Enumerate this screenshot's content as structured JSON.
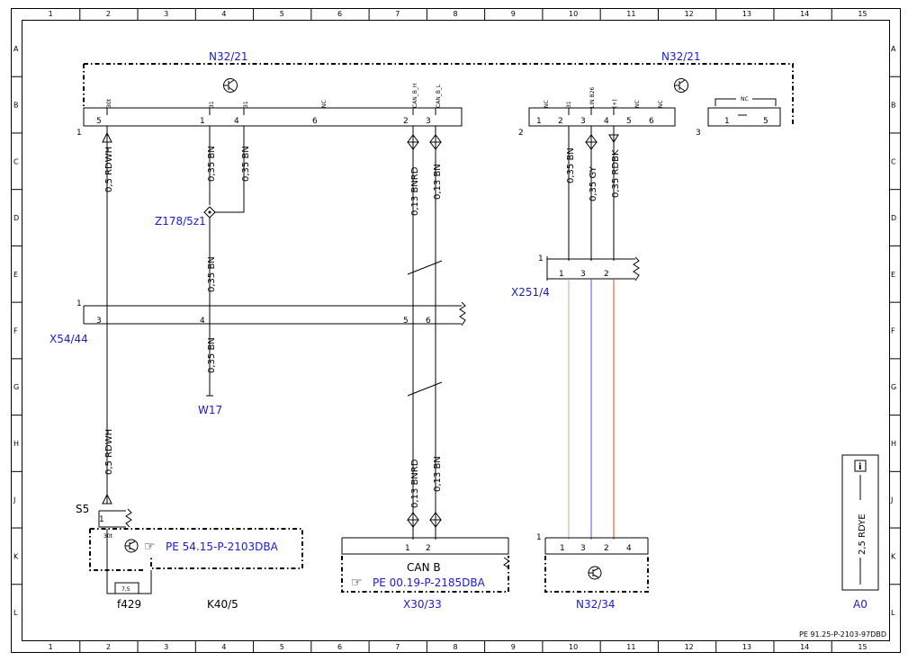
{
  "grid": {
    "columns": [
      "1",
      "2",
      "3",
      "4",
      "5",
      "6",
      "7",
      "8",
      "9",
      "10",
      "11",
      "12",
      "13",
      "14",
      "15"
    ],
    "rows": [
      "A",
      "B",
      "C",
      "D",
      "E",
      "F",
      "G",
      "H",
      "J",
      "K",
      "L"
    ]
  },
  "components": {
    "n32_21_left": "N32/21",
    "n32_21_right": "N32/21",
    "z178": "Z178/5z1",
    "x54": "X54/44",
    "w17": "W17",
    "x251": "X251/4",
    "s5": "S5",
    "f429": "f429",
    "fuse_rating": "7,5",
    "k40": "K40/5",
    "x30": "X30/33",
    "n32_34": "N32/34",
    "can_b": "CAN B",
    "ref_k40": "PE 54.15-P-2103DBA",
    "ref_can": "PE 00.19-P-2185DBA",
    "a0": "A0",
    "a0_wire": "2,5 RDYE",
    "doc_id": "PE 91.25-P-2103-97DBD"
  },
  "connectors": {
    "c1": "1",
    "c2": "2",
    "c3": "3",
    "pins_left": [
      "5",
      "1",
      "4",
      "6",
      "2",
      "3"
    ],
    "signals_left": [
      "30t",
      "31",
      "31",
      "NC",
      "CAN_B_H",
      "CAN_B_L"
    ],
    "pins_right": [
      "1",
      "2",
      "3",
      "4",
      "5",
      "6"
    ],
    "signals_right": [
      "NC",
      "31",
      "LIN B26",
      "(+)",
      "NC",
      "NC"
    ],
    "pins_c3": [
      "1",
      "5"
    ],
    "signal_c3": "NC",
    "x54_num": "1",
    "x54_pins": [
      "3",
      "4",
      "5",
      "6"
    ],
    "x251_num": "1",
    "x251_pins": [
      "1",
      "3",
      "2"
    ],
    "s5_pin": "1",
    "k40_pin": "30t",
    "x30_pins": [
      "1",
      "2"
    ],
    "n32_34_num": "1",
    "n32_34_pins": [
      "1",
      "3",
      "2",
      "4"
    ]
  },
  "wires": {
    "w_rdwh": "0,5 RDWH",
    "w_bn1": "0,35 BN",
    "w_bn2": "0,35 BN",
    "w_bnrd": "0,13 BNRD",
    "w_bn013": "0,13 BN",
    "w_bn_z": "0,35 BN",
    "w_bn_x": "0,35 BN",
    "w_rdwh2": "0,5 RDWH",
    "w_bnrd2": "0,13 BNRD",
    "w_bn0132": "0,13 BN",
    "w_r_bn": "0,35 BN",
    "w_r_gy": "0,35 GY",
    "w_r_rdbk": "0,35 RDBK"
  },
  "colors": {
    "wire_bn": "#d8a38f",
    "wire_gy": "#4a58e0",
    "wire_rdbk": "#e04a2a",
    "label_blue": "#1a1ad6"
  }
}
